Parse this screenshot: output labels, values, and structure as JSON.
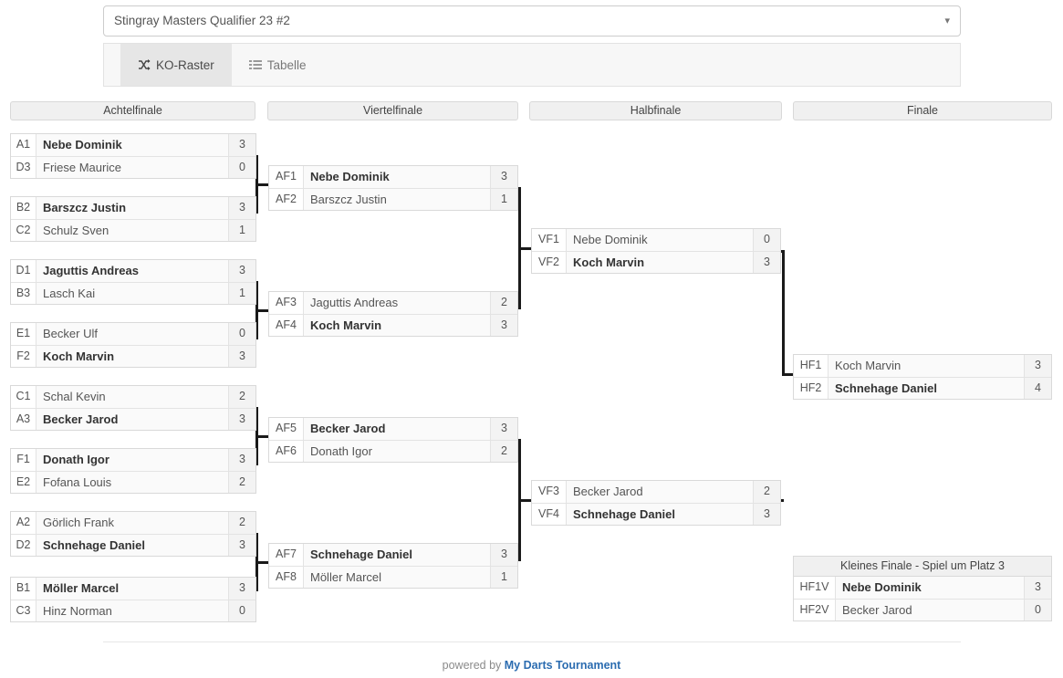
{
  "header": {
    "tournament_name": "Stingray Masters Qualifier 23 #2",
    "caret_icon": "chevron-down-icon",
    "tabs": [
      {
        "label": "KO-Raster",
        "icon": "shuffle-icon",
        "active": true
      },
      {
        "label": "Tabelle",
        "icon": "list-icon",
        "active": false
      }
    ]
  },
  "rounds": [
    {
      "name": "Achtelfinale"
    },
    {
      "name": "Viertelfinale"
    },
    {
      "name": "Halbfinale"
    },
    {
      "name": "Finale"
    }
  ],
  "third_place": {
    "title": "Kleines Finale - Spiel um Platz 3"
  },
  "bracket": {
    "achtelfinale": [
      {
        "rows": [
          {
            "seed": "A1",
            "player": "Nebe Dominik",
            "score": "3",
            "winner": true
          },
          {
            "seed": "D3",
            "player": "Friese Maurice",
            "score": "0",
            "winner": false
          }
        ]
      },
      {
        "rows": [
          {
            "seed": "B2",
            "player": "Barszcz Justin",
            "score": "3",
            "winner": true
          },
          {
            "seed": "C2",
            "player": "Schulz Sven",
            "score": "1",
            "winner": false
          }
        ]
      },
      {
        "rows": [
          {
            "seed": "D1",
            "player": "Jaguttis Andreas",
            "score": "3",
            "winner": true
          },
          {
            "seed": "B3",
            "player": "Lasch Kai",
            "score": "1",
            "winner": false
          }
        ]
      },
      {
        "rows": [
          {
            "seed": "E1",
            "player": "Becker Ulf",
            "score": "0",
            "winner": false
          },
          {
            "seed": "F2",
            "player": "Koch Marvin",
            "score": "3",
            "winner": true
          }
        ]
      },
      {
        "rows": [
          {
            "seed": "C1",
            "player": "Schal Kevin",
            "score": "2",
            "winner": false
          },
          {
            "seed": "A3",
            "player": "Becker Jarod",
            "score": "3",
            "winner": true
          }
        ]
      },
      {
        "rows": [
          {
            "seed": "F1",
            "player": "Donath Igor",
            "score": "3",
            "winner": true
          },
          {
            "seed": "E2",
            "player": "Fofana Louis",
            "score": "2",
            "winner": false
          }
        ]
      },
      {
        "rows": [
          {
            "seed": "A2",
            "player": "Görlich Frank",
            "score": "2",
            "winner": false
          },
          {
            "seed": "D2",
            "player": "Schnehage Daniel",
            "score": "3",
            "winner": true
          }
        ]
      },
      {
        "rows": [
          {
            "seed": "B1",
            "player": "Möller Marcel",
            "score": "3",
            "winner": true
          },
          {
            "seed": "C3",
            "player": "Hinz Norman",
            "score": "0",
            "winner": false
          }
        ]
      }
    ],
    "viertelfinale": [
      {
        "rows": [
          {
            "seed": "AF1",
            "player": "Nebe Dominik",
            "score": "3",
            "winner": true
          },
          {
            "seed": "AF2",
            "player": "Barszcz Justin",
            "score": "1",
            "winner": false
          }
        ]
      },
      {
        "rows": [
          {
            "seed": "AF3",
            "player": "Jaguttis Andreas",
            "score": "2",
            "winner": false
          },
          {
            "seed": "AF4",
            "player": "Koch Marvin",
            "score": "3",
            "winner": true
          }
        ]
      },
      {
        "rows": [
          {
            "seed": "AF5",
            "player": "Becker Jarod",
            "score": "3",
            "winner": true
          },
          {
            "seed": "AF6",
            "player": "Donath Igor",
            "score": "2",
            "winner": false
          }
        ]
      },
      {
        "rows": [
          {
            "seed": "AF7",
            "player": "Schnehage Daniel",
            "score": "3",
            "winner": true
          },
          {
            "seed": "AF8",
            "player": "Möller Marcel",
            "score": "1",
            "winner": false
          }
        ]
      }
    ],
    "halbfinale": [
      {
        "rows": [
          {
            "seed": "VF1",
            "player": "Nebe Dominik",
            "score": "0",
            "winner": false
          },
          {
            "seed": "VF2",
            "player": "Koch Marvin",
            "score": "3",
            "winner": true
          }
        ]
      },
      {
        "rows": [
          {
            "seed": "VF3",
            "player": "Becker Jarod",
            "score": "2",
            "winner": false
          },
          {
            "seed": "VF4",
            "player": "Schnehage Daniel",
            "score": "3",
            "winner": true
          }
        ]
      }
    ],
    "finale": [
      {
        "rows": [
          {
            "seed": "HF1",
            "player": "Koch Marvin",
            "score": "3",
            "winner": false
          },
          {
            "seed": "HF2",
            "player": "Schnehage Daniel",
            "score": "4",
            "winner": true
          }
        ]
      }
    ],
    "kleines_finale": [
      {
        "rows": [
          {
            "seed": "HF1V",
            "player": "Nebe Dominik",
            "score": "3",
            "winner": true
          },
          {
            "seed": "HF2V",
            "player": "Becker Jarod",
            "score": "0",
            "winner": false
          }
        ]
      }
    ]
  },
  "footer": {
    "prefix": "powered by ",
    "brand": "My Darts Tournament",
    "brand_color": "#2b6cb0"
  }
}
